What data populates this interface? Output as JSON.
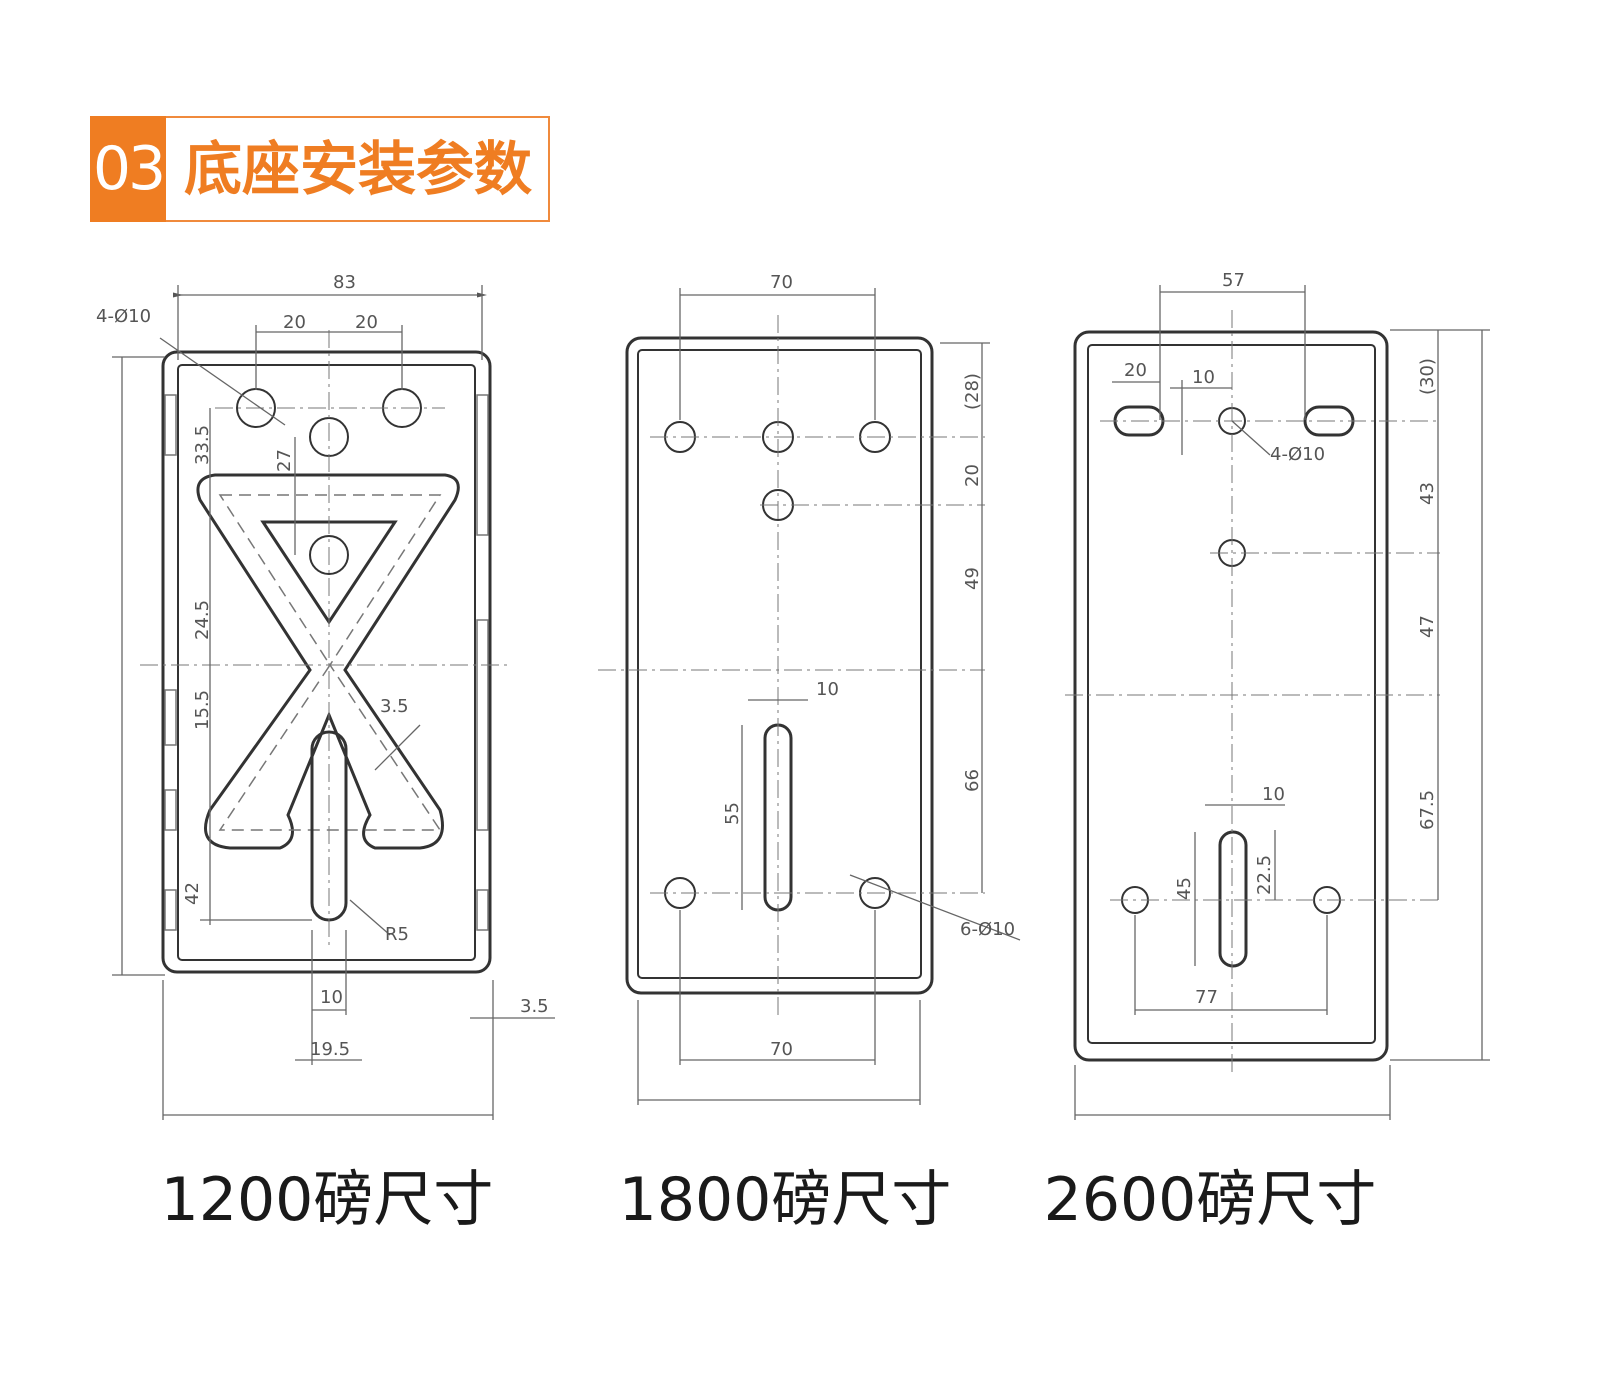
{
  "header": {
    "number": "03",
    "title": "底座安装参数"
  },
  "colors": {
    "accent": "#ef7d22",
    "line": "#333333",
    "dim_line": "#666666"
  },
  "drawings": [
    {
      "caption": "1200磅尺寸",
      "labels": {
        "w_total": "83",
        "sp_a": "20",
        "sp_b": "20",
        "holes": "4-Ø10",
        "d1": "33.5",
        "d2": "27",
        "d3": "24.5",
        "d4": "15.5",
        "d5": "42",
        "slot_r": "R5",
        "wall": "3.5",
        "slot_w": "10",
        "half": "19.5",
        "angle": "3.5"
      }
    },
    {
      "caption": "1800磅尺寸",
      "labels": {
        "w_top": "70",
        "w_bot": "70",
        "d1": "(28)",
        "d2": "20",
        "d3": "49",
        "d4": "66",
        "slot_w": "10",
        "slot_l": "55",
        "holes": "6-Ø10"
      }
    },
    {
      "caption": "2600磅尺寸",
      "labels": {
        "w_top": "57",
        "slot_sp": "20",
        "c": "10",
        "holes": "4-Ø10",
        "d1": "(30)",
        "d2": "43",
        "d3": "47",
        "d4": "67.5",
        "slot_w": "10",
        "slot_l": "45",
        "half": "22.5",
        "w_bot": "77"
      }
    }
  ]
}
